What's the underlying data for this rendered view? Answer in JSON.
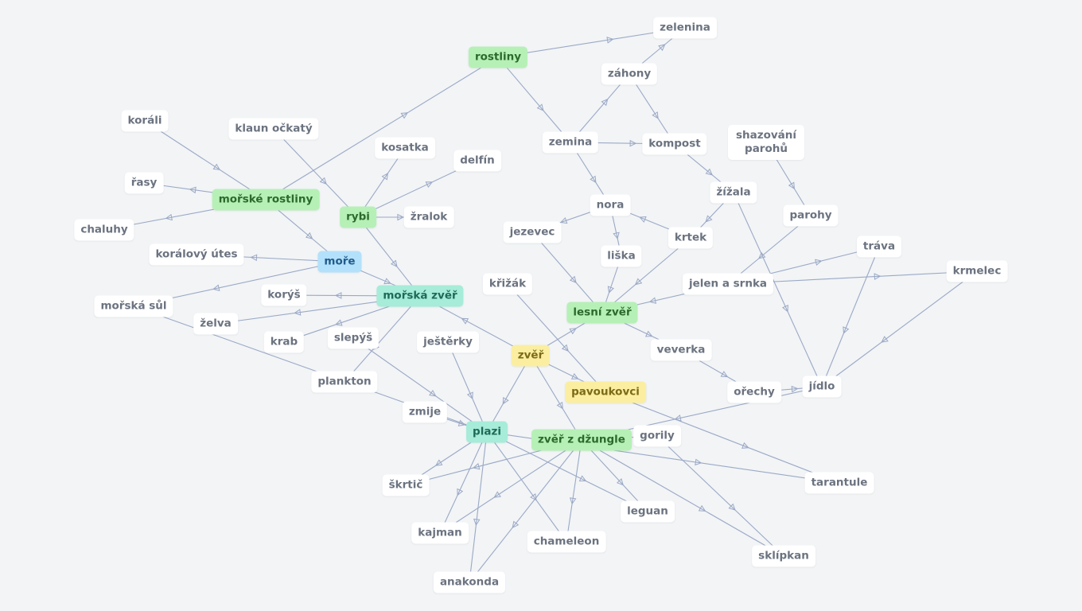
{
  "colors": {
    "background": "#f2f4f6",
    "edge": "#9ba9c6",
    "plain": "#ffffff",
    "green": "#b6f0b6",
    "teal": "#a6ecd8",
    "blue": "#b3e1fb",
    "yellow": "#fbeea0"
  },
  "nodes": [
    {
      "id": "rostliny",
      "label": "rostliny",
      "style": "green"
    },
    {
      "id": "zelenina",
      "label": "zelenina",
      "style": "plain"
    },
    {
      "id": "zahony",
      "label": "záhony",
      "style": "plain"
    },
    {
      "id": "zemina",
      "label": "zemina",
      "style": "plain"
    },
    {
      "id": "kompost",
      "label": "kompost",
      "style": "plain"
    },
    {
      "id": "shazovani",
      "label": "shazování parohů",
      "style": "plain"
    },
    {
      "id": "zizala",
      "label": "žížala",
      "style": "plain"
    },
    {
      "id": "parohy",
      "label": "parohy",
      "style": "plain"
    },
    {
      "id": "korali",
      "label": "koráli",
      "style": "plain"
    },
    {
      "id": "klaun",
      "label": "klaun očkatý",
      "style": "plain"
    },
    {
      "id": "kosatka",
      "label": "kosatka",
      "style": "plain"
    },
    {
      "id": "delfin",
      "label": "delfín",
      "style": "plain"
    },
    {
      "id": "rasy",
      "label": "řasy",
      "style": "plain"
    },
    {
      "id": "morske_rostliny",
      "label": "mořské rostliny",
      "style": "green"
    },
    {
      "id": "rybi",
      "label": "rybi",
      "style": "green"
    },
    {
      "id": "zralok",
      "label": "žralok",
      "style": "plain"
    },
    {
      "id": "chaluhy",
      "label": "chaluhy",
      "style": "plain"
    },
    {
      "id": "nora",
      "label": "nora",
      "style": "plain"
    },
    {
      "id": "jezevec",
      "label": "jezevec",
      "style": "plain"
    },
    {
      "id": "krtek",
      "label": "krtek",
      "style": "plain"
    },
    {
      "id": "trava",
      "label": "tráva",
      "style": "plain"
    },
    {
      "id": "koralovy_utes",
      "label": "korálový útes",
      "style": "plain"
    },
    {
      "id": "more",
      "label": "moře",
      "style": "blue"
    },
    {
      "id": "liska",
      "label": "liška",
      "style": "plain"
    },
    {
      "id": "krmelec",
      "label": "krmelec",
      "style": "plain"
    },
    {
      "id": "krizak",
      "label": "křižák",
      "style": "plain"
    },
    {
      "id": "jelen",
      "label": "jelen a srnka",
      "style": "plain"
    },
    {
      "id": "korys",
      "label": "korýš",
      "style": "plain"
    },
    {
      "id": "morska_zver",
      "label": "mořská zvěř",
      "style": "teal"
    },
    {
      "id": "morska_sul",
      "label": "mořská sůl",
      "style": "plain"
    },
    {
      "id": "lesni_zver",
      "label": "lesní zvěř",
      "style": "green"
    },
    {
      "id": "zelva",
      "label": "želva",
      "style": "plain"
    },
    {
      "id": "slepys",
      "label": "slepýš",
      "style": "plain"
    },
    {
      "id": "krab",
      "label": "krab",
      "style": "plain"
    },
    {
      "id": "jesterky",
      "label": "ještěrky",
      "style": "plain"
    },
    {
      "id": "veverka",
      "label": "veverka",
      "style": "plain"
    },
    {
      "id": "zver",
      "label": "zvěř",
      "style": "yellow"
    },
    {
      "id": "plankton",
      "label": "plankton",
      "style": "plain"
    },
    {
      "id": "jidlo",
      "label": "jídlo",
      "style": "plain"
    },
    {
      "id": "pavoukovci",
      "label": "pavoukovci",
      "style": "yellow"
    },
    {
      "id": "orechy",
      "label": "ořechy",
      "style": "plain"
    },
    {
      "id": "zmije",
      "label": "zmije",
      "style": "plain"
    },
    {
      "id": "plazi",
      "label": "plazi",
      "style": "teal"
    },
    {
      "id": "gorily",
      "label": "gorily",
      "style": "plain"
    },
    {
      "id": "zver_dzungle",
      "label": "zvěř z džungle",
      "style": "green"
    },
    {
      "id": "skrtic",
      "label": "škrtič",
      "style": "plain"
    },
    {
      "id": "tarantule",
      "label": "tarantule",
      "style": "plain"
    },
    {
      "id": "leguan",
      "label": "leguan",
      "style": "plain"
    },
    {
      "id": "kajman",
      "label": "kajman",
      "style": "plain"
    },
    {
      "id": "chameleon",
      "label": "chameleon",
      "style": "plain"
    },
    {
      "id": "sklipkan",
      "label": "sklípkan",
      "style": "plain"
    },
    {
      "id": "anakonda",
      "label": "anakonda",
      "style": "plain"
    }
  ],
  "edges": [
    [
      "rostliny",
      "zelenina"
    ],
    [
      "zahony",
      "zelenina"
    ],
    [
      "rostliny",
      "zemina"
    ],
    [
      "zemina",
      "zahony"
    ],
    [
      "zahony",
      "kompost"
    ],
    [
      "zemina",
      "kompost"
    ],
    [
      "kompost",
      "zizala"
    ],
    [
      "zemina",
      "nora"
    ],
    [
      "zizala",
      "krtek"
    ],
    [
      "zizala",
      "jidlo"
    ],
    [
      "shazovani",
      "parohy"
    ],
    [
      "parohy",
      "jelen"
    ],
    [
      "krtek",
      "nora"
    ],
    [
      "nora",
      "jezevec"
    ],
    [
      "nora",
      "liska"
    ],
    [
      "jezevec",
      "lesni_zver"
    ],
    [
      "liska",
      "lesni_zver"
    ],
    [
      "krtek",
      "lesni_zver"
    ],
    [
      "jelen",
      "lesni_zver"
    ],
    [
      "jelen",
      "trava"
    ],
    [
      "jelen",
      "krmelec"
    ],
    [
      "trava",
      "jidlo"
    ],
    [
      "krmelec",
      "jidlo"
    ],
    [
      "lesni_zver",
      "veverka"
    ],
    [
      "veverka",
      "orechy"
    ],
    [
      "orechy",
      "jidlo"
    ],
    [
      "jidlo",
      "zver_dzungle"
    ],
    [
      "zver",
      "lesni_zver"
    ],
    [
      "zver",
      "pavoukovci"
    ],
    [
      "zver",
      "morska_zver"
    ],
    [
      "zver",
      "plazi"
    ],
    [
      "zver",
      "zver_dzungle"
    ],
    [
      "krizak",
      "pavoukovci"
    ],
    [
      "pavoukovci",
      "tarantule"
    ],
    [
      "morske_rostliny",
      "rostliny"
    ],
    [
      "korali",
      "morske_rostliny"
    ],
    [
      "morske_rostliny",
      "rasy"
    ],
    [
      "morske_rostliny",
      "chaluhy"
    ],
    [
      "morske_rostliny",
      "more"
    ],
    [
      "klaun",
      "rybi"
    ],
    [
      "rybi",
      "kosatka"
    ],
    [
      "rybi",
      "delfin"
    ],
    [
      "rybi",
      "zralok"
    ],
    [
      "rybi",
      "morska_zver"
    ],
    [
      "more",
      "koralovy_utes"
    ],
    [
      "more",
      "morska_sul"
    ],
    [
      "more",
      "morska_zver"
    ],
    [
      "morska_zver",
      "korys"
    ],
    [
      "morska_zver",
      "zelva"
    ],
    [
      "morska_zver",
      "krab"
    ],
    [
      "morska_zver",
      "plankton"
    ],
    [
      "morska_sul",
      "plazi"
    ],
    [
      "slepys",
      "plazi"
    ],
    [
      "jesterky",
      "plazi"
    ],
    [
      "zmije",
      "plazi"
    ],
    [
      "plazi",
      "skrtic"
    ],
    [
      "plazi",
      "kajman"
    ],
    [
      "plazi",
      "anakonda"
    ],
    [
      "plazi",
      "chameleon"
    ],
    [
      "plazi",
      "leguan"
    ],
    [
      "plazi",
      "tarantule"
    ],
    [
      "zver_dzungle",
      "gorily"
    ],
    [
      "zver_dzungle",
      "skrtic"
    ],
    [
      "zver_dzungle",
      "kajman"
    ],
    [
      "zver_dzungle",
      "anakonda"
    ],
    [
      "zver_dzungle",
      "chameleon"
    ],
    [
      "zver_dzungle",
      "leguan"
    ],
    [
      "zver_dzungle",
      "sklipkan"
    ],
    [
      "gorily",
      "sklipkan"
    ]
  ]
}
